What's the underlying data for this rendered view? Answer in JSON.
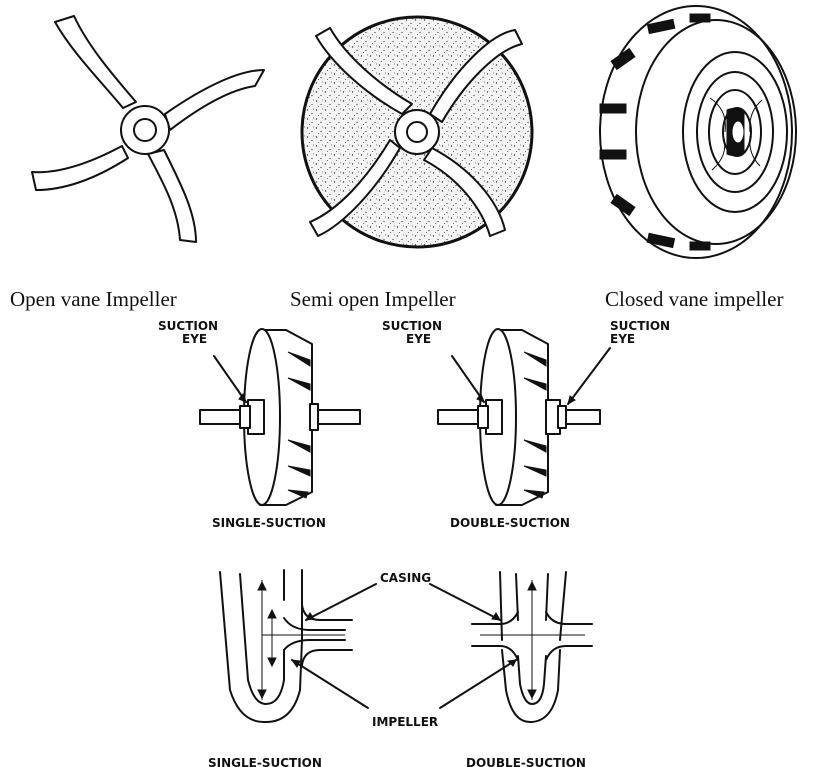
{
  "top_row": {
    "captions": [
      "Open vane Impeller",
      "Semi open Impeller",
      "Closed vane impeller"
    ]
  },
  "suction_eye_diagram": {
    "left_label_line1": "SUCTION",
    "left_label_line2": "EYE",
    "middle_label_line1": "SUCTION",
    "middle_label_line2": "EYE",
    "right_label_line1": "SUCTION",
    "right_label_line2": "EYE",
    "single_caption": "SINGLE-SUCTION",
    "double_caption": "DOUBLE-SUCTION"
  },
  "casing_diagram": {
    "casing_label": "CASING",
    "impeller_label": "IMPELLER",
    "single_caption": "SINGLE-SUCTION",
    "double_caption": "DOUBLE-SUCTION"
  }
}
